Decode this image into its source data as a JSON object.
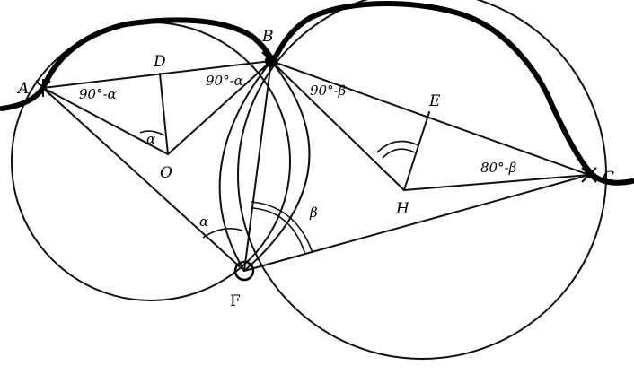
{
  "diagram": {
    "points": {
      "A": "A",
      "B": "B",
      "C": "C",
      "D": "D",
      "E": "E",
      "F": "F",
      "O": "O",
      "H": "H"
    },
    "angles": {
      "left_lower": "90°-α",
      "left_upper": "90°-α",
      "alpha_at_O": "α",
      "right_upper": "90°-β",
      "right_lower": "80°-β",
      "alpha_at_F": "α",
      "beta_at_F": "β"
    }
  }
}
